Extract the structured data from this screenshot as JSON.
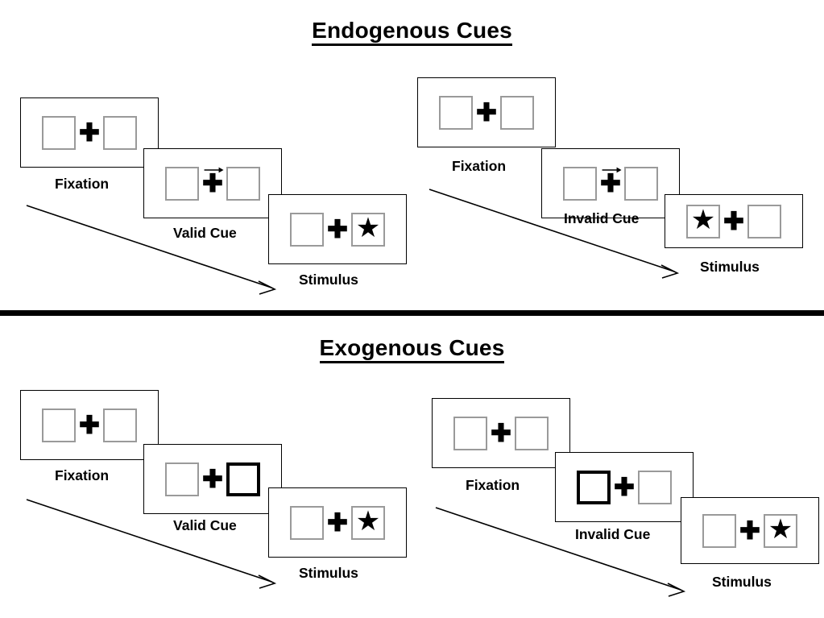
{
  "sections": [
    {
      "title": "Endogenous Cues",
      "panels": [
        {
          "name": "endogenous-valid",
          "frames": [
            {
              "caption": "Fixation",
              "cue_type": "none",
              "left_box": "empty",
              "right_box": "empty",
              "arrow": "none"
            },
            {
              "caption": "Valid Cue",
              "cue_type": "central-arrow",
              "left_box": "empty",
              "right_box": "empty",
              "arrow": "right"
            },
            {
              "caption": "Stimulus",
              "cue_type": "none",
              "left_box": "empty",
              "right_box": "star",
              "arrow": "none"
            }
          ]
        },
        {
          "name": "endogenous-invalid",
          "frames": [
            {
              "caption": "Fixation",
              "cue_type": "none",
              "left_box": "empty",
              "right_box": "empty",
              "arrow": "none"
            },
            {
              "caption": "Invalid Cue",
              "cue_type": "central-arrow",
              "left_box": "empty",
              "right_box": "empty",
              "arrow": "right"
            },
            {
              "caption": "Stimulus",
              "cue_type": "none",
              "left_box": "star",
              "right_box": "empty",
              "arrow": "none"
            }
          ]
        }
      ]
    },
    {
      "title": "Exogenous Cues",
      "panels": [
        {
          "name": "exogenous-valid",
          "frames": [
            {
              "caption": "Fixation",
              "cue_type": "none",
              "left_box": "empty",
              "right_box": "empty",
              "arrow": "none"
            },
            {
              "caption": "Valid Cue",
              "cue_type": "peripheral-box",
              "left_box": "empty",
              "right_box": "cued",
              "arrow": "none"
            },
            {
              "caption": "Stimulus",
              "cue_type": "none",
              "left_box": "empty",
              "right_box": "star",
              "arrow": "none"
            }
          ]
        },
        {
          "name": "exogenous-invalid",
          "frames": [
            {
              "caption": "Fixation",
              "cue_type": "none",
              "left_box": "empty",
              "right_box": "empty",
              "arrow": "none"
            },
            {
              "caption": "Invalid Cue",
              "cue_type": "peripheral-box",
              "left_box": "cued",
              "right_box": "empty",
              "arrow": "none"
            },
            {
              "caption": "Stimulus",
              "cue_type": "none",
              "left_box": "empty",
              "right_box": "star",
              "arrow": "none"
            }
          ]
        }
      ]
    }
  ],
  "glyphs": {
    "fixation_cross": "✚",
    "star": "★"
  },
  "colors": {
    "frame_border": "#000000",
    "box_border": "#9a9a9a",
    "cued_box_border": "#000000",
    "text": "#000000",
    "background": "#ffffff",
    "divider": "#000000"
  }
}
